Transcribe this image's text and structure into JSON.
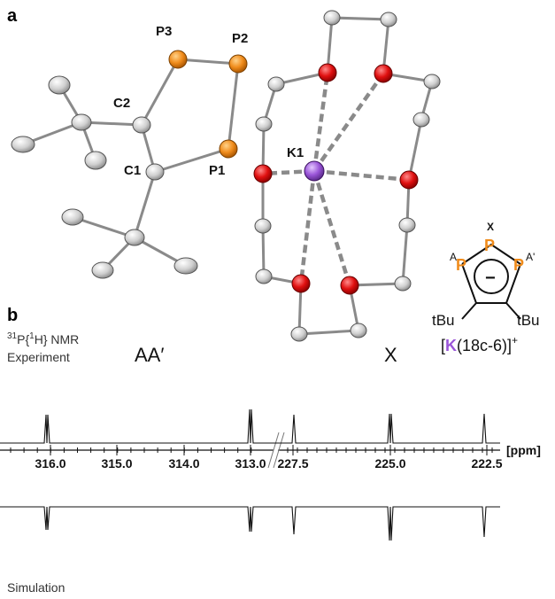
{
  "panel_a": {
    "label": "a",
    "atoms": {
      "p3": "P3",
      "p2": "P2",
      "p1": "P1",
      "c2": "C2",
      "c1": "C1",
      "k1": "K1"
    }
  },
  "scheme": {
    "x_label": "X",
    "a_label": "A",
    "a_prime_label": "A'",
    "p_letter": "P",
    "charge": "−",
    "tbu_left": "tBu",
    "tbu_right": "tBu",
    "cation_open": "[",
    "cation_k": "K",
    "cation_rest": "(18c-6)]",
    "cation_charge": "+"
  },
  "panel_b": {
    "label": "b",
    "nmr_title_sup1": "31",
    "nmr_title_mid": "P{",
    "nmr_title_sup2": "1",
    "nmr_title_end": "H} NMR",
    "experiment_label": "Experiment",
    "simulation_label": "Simulation",
    "aa_label": "AA′",
    "x_label": "X",
    "axis_unit": "[ppm]",
    "tick_labels": [
      "316.0",
      "315.0",
      "314.0",
      "313.0",
      "227.5",
      "225.0",
      "222.5"
    ]
  },
  "colors": {
    "phosphorus": "#f08c1c",
    "oxygen": "#e01010",
    "potassium": "#9a55d8",
    "carbon": "#dddddd"
  }
}
